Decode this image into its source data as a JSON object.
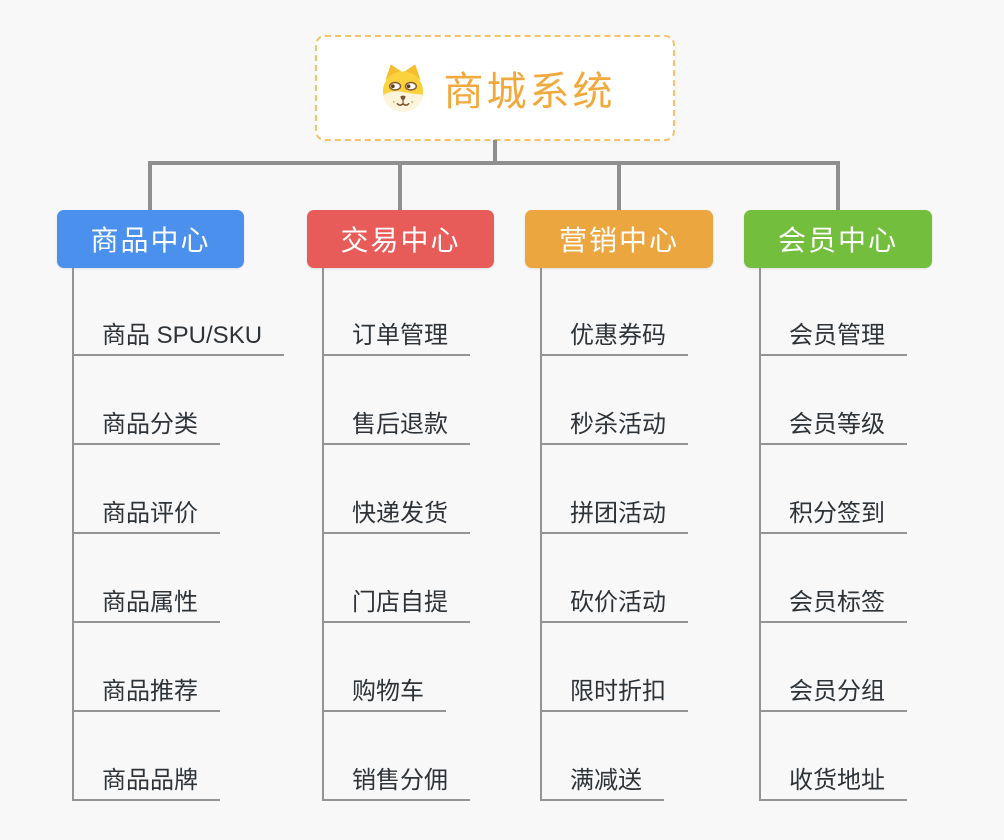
{
  "canvas": {
    "background": "#f8f8f8",
    "connector_color": "#8f8f8f",
    "underline_color": "#949494"
  },
  "root": {
    "title": "商城系统",
    "icon": "dog-face-icon",
    "text_color": "#f2a93c",
    "border_color": "#f5c169",
    "background": "#ffffff"
  },
  "branches": [
    {
      "label": "商品中心",
      "color": "#4a90ec",
      "items": [
        "商品 SPU/SKU",
        "商品分类",
        "商品评价",
        "商品属性",
        "商品推荐",
        "商品品牌"
      ]
    },
    {
      "label": "交易中心",
      "color": "#e75b58",
      "items": [
        "订单管理",
        "售后退款",
        "快递发货",
        "门店自提",
        "购物车",
        "销售分佣"
      ]
    },
    {
      "label": "营销中心",
      "color": "#eba63f",
      "items": [
        "优惠券码",
        "秒杀活动",
        "拼团活动",
        "砍价活动",
        "限时折扣",
        "满减送"
      ]
    },
    {
      "label": "会员中心",
      "color": "#73be3c",
      "items": [
        "会员管理",
        "会员等级",
        "积分签到",
        "会员标签",
        "会员分组",
        "收货地址"
      ]
    }
  ]
}
